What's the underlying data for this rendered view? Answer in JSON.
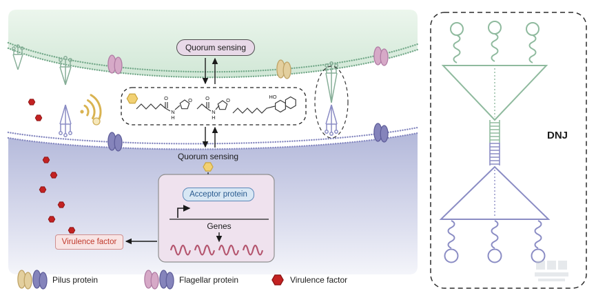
{
  "labels": {
    "quorum_sensing_top": "Quorum sensing",
    "quorum_sensing_cell": "Quorum sensing",
    "acceptor_protein": "Acceptor protein",
    "genes": "Genes",
    "virulence_factor": "Virulence factor"
  },
  "inset": {
    "label": "DNJ"
  },
  "legend": {
    "items": [
      {
        "label": "Pilus protein"
      },
      {
        "label": "Flagellar protein"
      },
      {
        "label": "Virulence factor"
      }
    ]
  },
  "molecules": {
    "atom_labels": [
      "O",
      "N",
      "H",
      "O",
      "O",
      "N",
      "H",
      "O",
      "HO"
    ]
  },
  "colors": {
    "top_cell_green": "#dff0e3",
    "bottom_cell_purple": "#b3b8da",
    "membrane_green": "#74a98a",
    "membrane_purple": "#8487bf",
    "pilus_tan": "#e3cf9e",
    "flagellar_pink": "#d6a9c7",
    "flagellar_purple": "#8584bb",
    "virulence_red": "#c32222",
    "signal_yellow": "#f2d173",
    "wifi_gold": "#d9b351",
    "acceptor_blue": "#27598e",
    "wave_pink": "#b4556e",
    "dnj_green": "#8fba9e",
    "dnj_purple": "#8a8cc4"
  }
}
